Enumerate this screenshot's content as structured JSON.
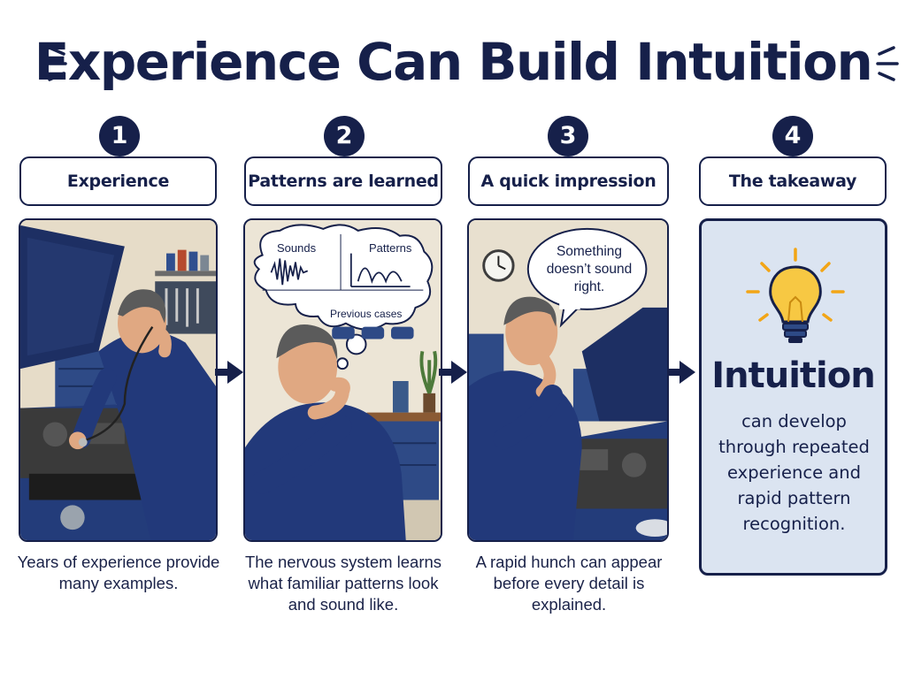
{
  "title": "Experience Can Build Intuition",
  "accent_color": "#16204a",
  "takeaway_bg_color": "#dbe4f1",
  "steps": [
    {
      "number": "1",
      "label": "Experience",
      "caption": "Years of experience provide many examples."
    },
    {
      "number": "2",
      "label": "Patterns are learned",
      "caption": "The nervous system learns what familiar patterns look and sound like.",
      "thought_bubble": {
        "sounds": "Sounds",
        "patterns": "Patterns",
        "previous_cases": "Previous cases"
      }
    },
    {
      "number": "3",
      "label": "A quick impression",
      "caption": "A rapid hunch can appear before every detail is explained.",
      "speech_bubble": [
        "Something",
        "doesn’t sound",
        "right."
      ]
    },
    {
      "number": "4",
      "label": "The takeaway",
      "heading": "Intuition",
      "body": "can develop through repeated experience and rapid pattern recognition.",
      "icon": "lightbulb-icon"
    }
  ]
}
